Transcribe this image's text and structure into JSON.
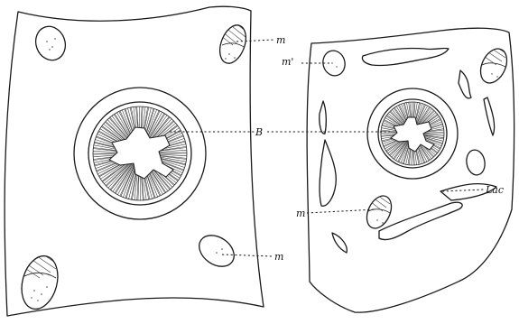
{
  "labels": {
    "m_top": "m",
    "m_prime": "m'",
    "B": "B",
    "m_middle": "m",
    "m_bottom": "m",
    "Lac": "Lac"
  }
}
